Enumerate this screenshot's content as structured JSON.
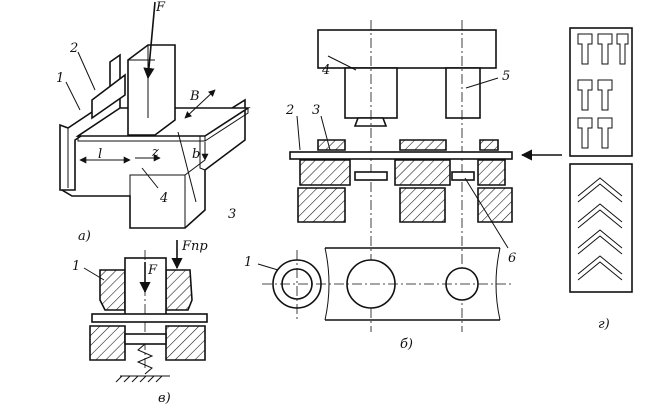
{
  "figure": {
    "panels": {
      "a": "а)",
      "b": "б)",
      "v": "в)",
      "g": "г)"
    },
    "labels_a": {
      "force": "F",
      "n1": "1",
      "n2": "2",
      "n3": "3",
      "n4": "4",
      "B": "B",
      "b": "b",
      "l": "l",
      "z": "z"
    },
    "labels_b": {
      "n1": "1",
      "n2": "2",
      "n3": "3",
      "n4": "4",
      "n5": "5",
      "n6": "6"
    },
    "labels_v": {
      "n1": "1",
      "force": "F",
      "force_pr": "Fпр"
    }
  }
}
